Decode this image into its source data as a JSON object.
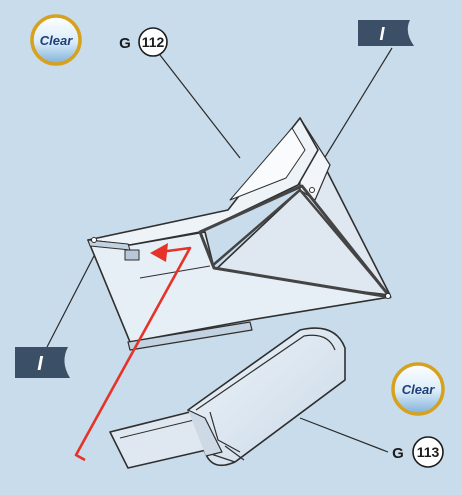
{
  "background_color": "#c9dceb",
  "accent_color": "#e63329",
  "badges": {
    "top": {
      "text": "Clear",
      "icon": "clear-paint-badge-icon"
    },
    "bottom": {
      "text": "Clear",
      "icon": "clear-paint-badge-icon"
    }
  },
  "parts": {
    "canopy": {
      "prefix": "G",
      "number": "112"
    },
    "lower": {
      "prefix": "G",
      "number": "113"
    }
  },
  "flags": {
    "top_right": {
      "text": "I",
      "icon": "flag-marker-icon"
    },
    "bottom_left": {
      "text": "I",
      "icon": "flag-marker-icon"
    }
  },
  "arrow": {
    "icon": "assembly-direction-arrow-icon"
  }
}
